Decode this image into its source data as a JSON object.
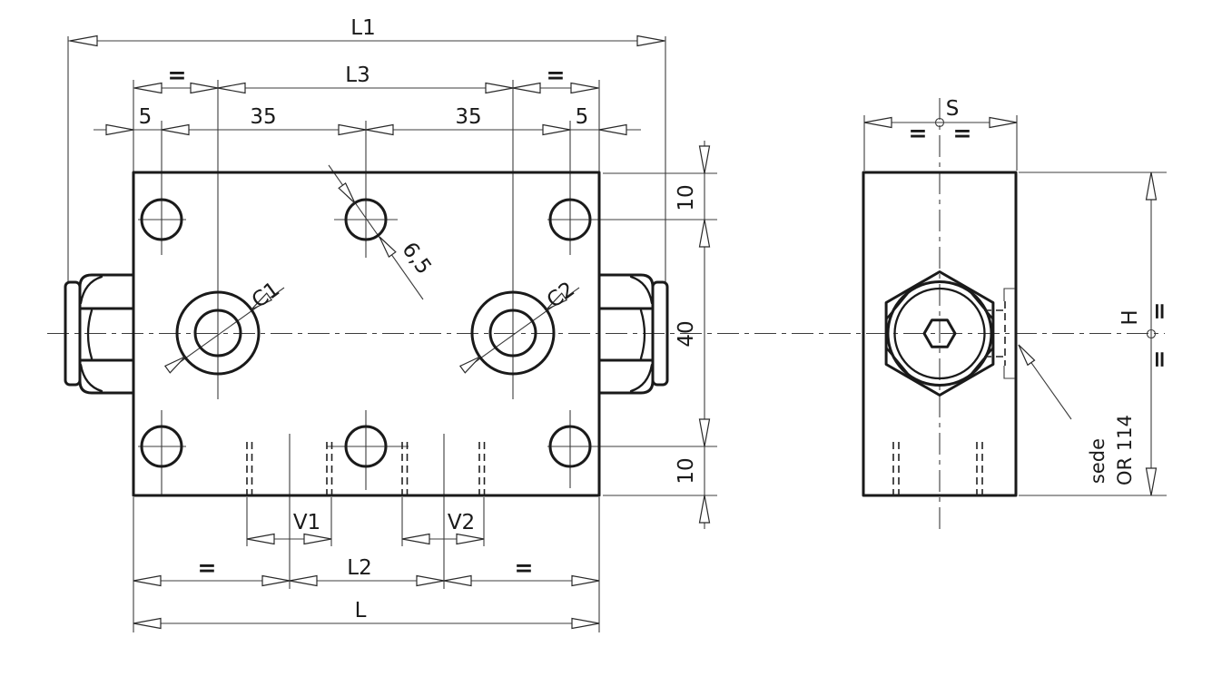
{
  "colors": {
    "line": "#1a1a1a",
    "background": "#ffffff"
  },
  "front_view": {
    "dims": {
      "l1": "L1",
      "l3": "L3",
      "l2": "L2",
      "l": "L",
      "v1": "V1",
      "v2": "V2",
      "five": "5",
      "thirty_five": "35",
      "ten_top": "10",
      "forty": "40",
      "ten_bottom": "10",
      "equal": "="
    },
    "callouts": {
      "c1": "C1",
      "c2": "C2",
      "hole_diameter": "6,5"
    }
  },
  "side_view": {
    "dims": {
      "s": "S",
      "h": "H",
      "equal": "="
    },
    "callout": {
      "line1": "sede",
      "line2": "OR 114"
    }
  }
}
